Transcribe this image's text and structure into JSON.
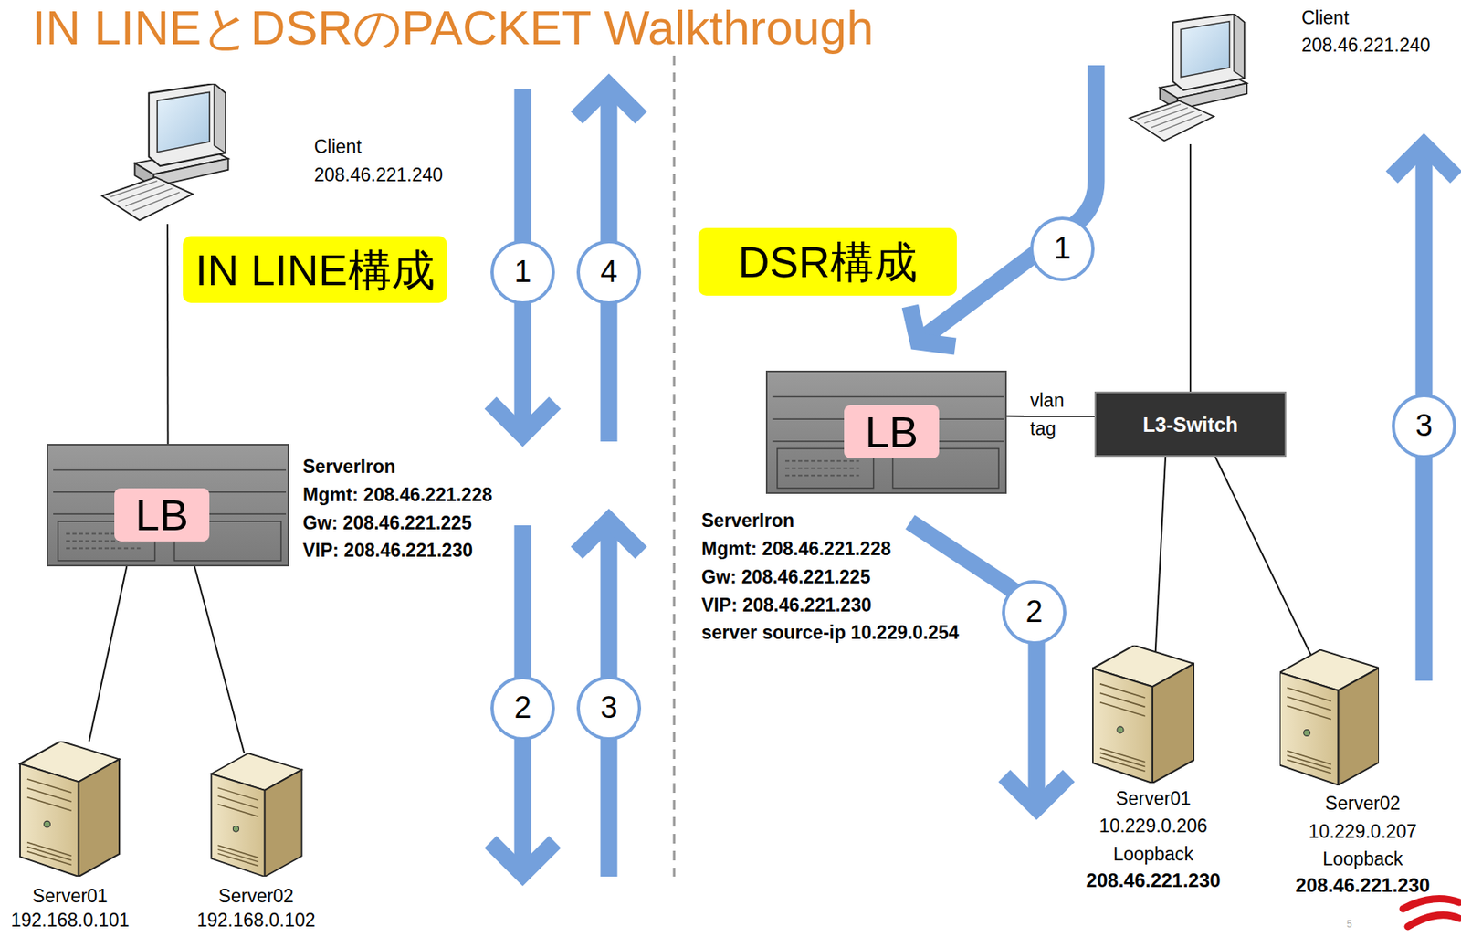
{
  "diagram": {
    "title": "IN LINEとDSRのPACKET Walkthrough",
    "nodes": [
      {
        "text": [
          "Client",
          "208.46.221.240"
        ]
      },
      {
        "text": [
          "IN LINE構成"
        ]
      },
      {
        "text": [
          "1"
        ]
      },
      {
        "text": [
          "4"
        ]
      },
      {
        "text": [
          "LB",
          "ServerIron",
          "Mgmt: 208.46.221.228",
          "Gw: 208.46.221.225",
          "VIP: 208.46.221.230"
        ]
      },
      {
        "text": [
          "2"
        ]
      },
      {
        "text": [
          "3"
        ]
      },
      {
        "text": [
          "Server01",
          "192.168.0.101"
        ]
      },
      {
        "text": [
          "Server02",
          "192.168.0.102"
        ]
      },
      {
        "text": [
          "Client",
          "208.46.221.240"
        ]
      },
      {
        "text": [
          "DSR構成"
        ]
      },
      {
        "text": [
          "1"
        ]
      },
      {
        "text": [
          "LB",
          "ServerIron",
          "Mgmt: 208.46.221.228",
          "Gw: 208.46.221.225",
          "VIP: 208.46.221.230",
          "server source-ip 10.229.0.254"
        ]
      },
      {
        "text": [
          "L3-Switch"
        ]
      },
      {
        "text": [
          "3"
        ]
      },
      {
        "text": [
          "2"
        ]
      },
      {
        "text": [
          "Server01",
          "10.229.0.206",
          "Loopback",
          "208.46.221.230"
        ]
      },
      {
        "text": [
          "Server02",
          "10.229.0.207",
          "Loopback",
          "208.46.221.230"
        ]
      }
    ],
    "edges": [
      {
        "from": 0,
        "to": 4,
        "arrow": "none"
      },
      {
        "from": 4,
        "to": 7,
        "arrow": "none"
      },
      {
        "from": 4,
        "to": 8,
        "arrow": "none"
      },
      {
        "from": 9,
        "to": 13,
        "arrow": "none"
      },
      {
        "from": 12,
        "to": 13,
        "arrow": "none"
      },
      {
        "from": 13,
        "to": 16,
        "arrow": "none"
      },
      {
        "from": 13,
        "to": 17,
        "arrow": "none"
      }
    ],
    "labels": [
      "vlan",
      "tag",
      "5"
    ]
  }
}
